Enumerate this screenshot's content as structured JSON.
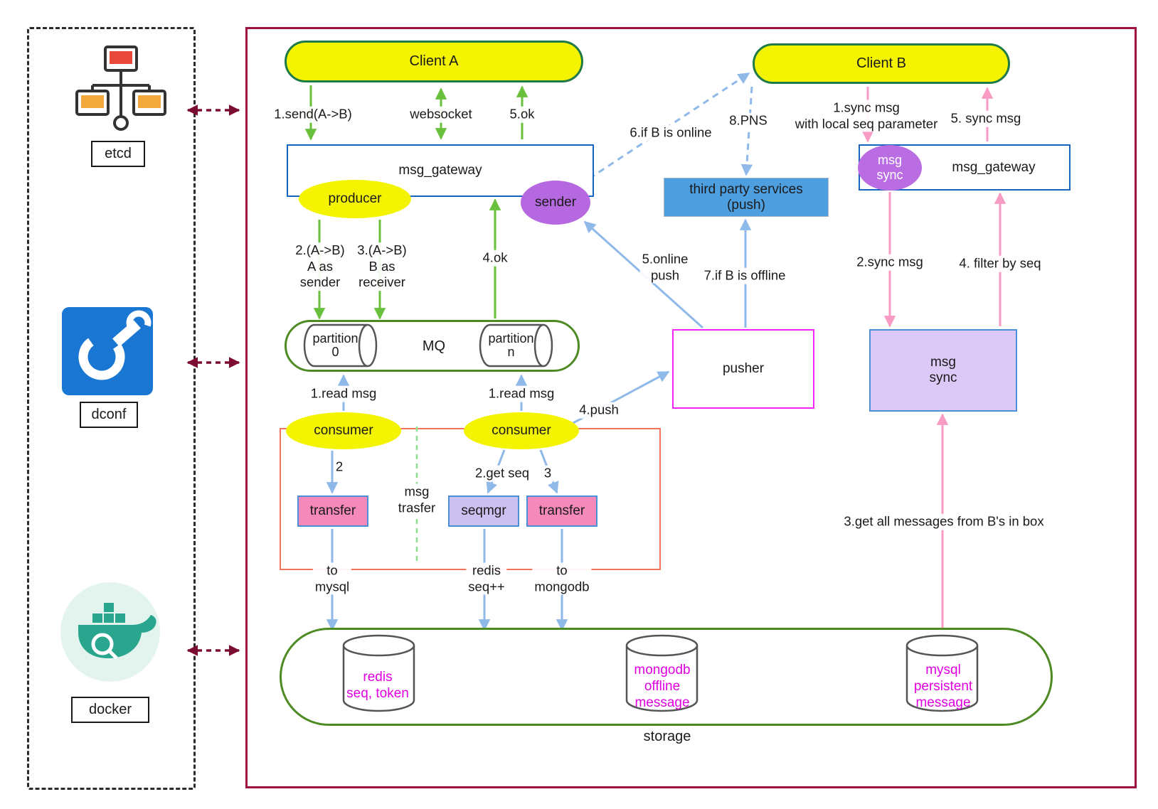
{
  "sidebar": {
    "items": [
      {
        "id": "etcd",
        "label": "etcd"
      },
      {
        "id": "dconf",
        "label": "dconf"
      },
      {
        "id": "docker",
        "label": "docker"
      }
    ]
  },
  "nodes": {
    "client_a": "Client A",
    "client_b": "Client B",
    "msg_gateway_left": "msg_gateway",
    "msg_gateway_right": "msg_gateway",
    "producer": "producer",
    "sender": "sender",
    "third_party_services": "third party services\n(push)",
    "msg_sync_ellipse": "msg\nsync",
    "mq": "MQ",
    "partition_0": "partition\n0",
    "partition_n": "partition\nn",
    "pusher": "pusher",
    "msg_sync_box": "msg\nsync",
    "consumer_left": "consumer",
    "consumer_right": "consumer",
    "transfer_left": "transfer",
    "seqmgr": "seqmgr",
    "transfer_right": "transfer",
    "storage": "storage",
    "redis": "redis\nseq, token",
    "mongodb": "mongodb\noffline\nmessage",
    "mysql": "mysql\npersistent\nmessage"
  },
  "labels": {
    "send_1": "1.send(A->B)",
    "websocket": "websocket",
    "ok_5": "5.ok",
    "a_as_sender_2": "2.(A->B)\nA as\nsender",
    "b_as_receiver_3": "3.(A->B)\nB as\nreceiver",
    "ok_4": "4.ok",
    "if_b_online_6": "6.if B is online",
    "pns_8": "8.PNS",
    "sync_msg_1": "1.sync msg\nwith local seq parameter",
    "sync_msg_5": "5. sync msg",
    "online_push_5": "5.online\npush",
    "if_b_offline_7": "7.if B is offline",
    "sync_msg_2": "2.sync msg",
    "filter_by_seq_4": "4. filter by seq",
    "read_msg_left": "1.read msg",
    "read_msg_right": "1.read msg",
    "push_4": "4.push",
    "step_2": "2",
    "get_seq_2": "2.get seq",
    "step_3": "3",
    "msg_trasfer": "msg\ntrasfer",
    "to_mysql": "to\nmysql",
    "redis_seq": "redis\nseq++",
    "to_mongodb": "to\nmongodb",
    "get_all_messages_3": "3.get all messages from B's in box"
  },
  "colors": {
    "yellow": "#f4f400",
    "green_border": "#4d8a22",
    "client_border": "#1e7a46",
    "blue_border": "#1464c0",
    "purple": "#b668e0",
    "blue_fill": "#4e9fe0",
    "magenta_border": "#f526f5",
    "pink_fill": "#f489ba",
    "lavender_fill": "#dcc9f8",
    "green_arrow": "#68c03c",
    "blue_arrow": "#8fb9e9",
    "pink_arrow": "#f89bc5",
    "dark_red": "#7c0d32",
    "main_border": "#9c0f3f",
    "db_text": "#e000e0",
    "red_rect": "#f4735c"
  }
}
